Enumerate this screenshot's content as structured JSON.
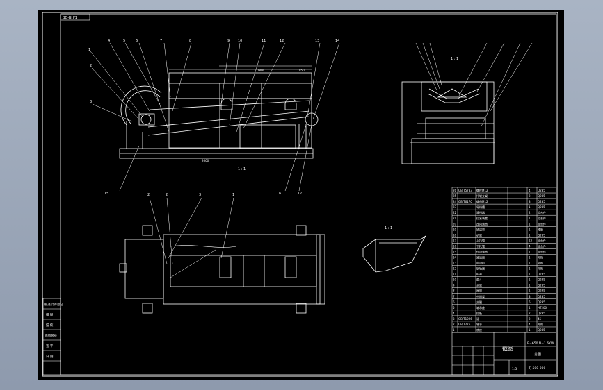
{
  "app": {
    "background_color": "#9aa6b8",
    "canvas_color": "#000000",
    "line_color": "#ffffff"
  },
  "drawing": {
    "top_left_tag": "BD-BH/1",
    "front_view_callouts": [
      "1",
      "2",
      "3",
      "4",
      "5",
      "6",
      "7",
      "8",
      "9",
      "10",
      "11",
      "12",
      "13",
      "14",
      "15",
      "16",
      "17"
    ],
    "front_view_label": "1 : 1",
    "plan_view_callouts": [
      "2",
      "2",
      "3",
      "1"
    ],
    "side_view_label": "1 : 1",
    "detail_label": "1 : 1",
    "front_dim_total": "2600",
    "front_dim_span": "1800",
    "front_dim_height": "850"
  },
  "title_block": {
    "title": "截图",
    "spec": "B=650 N=1.6KW",
    "drawing_no": "TJ-500-000",
    "sheet": "1:5",
    "material_label": "总图"
  },
  "left_strip": {
    "items": [
      "借(通)用件登记",
      "描 图",
      "描 校",
      "底图总号",
      "签 字",
      "日 期"
    ]
  },
  "parts_list": {
    "rows": [
      [
        "26",
        "GB/T5783",
        "螺栓M12",
        "4",
        "Q235"
      ],
      [
        "25",
        "",
        "托辊支架",
        "2",
        "Q235"
      ],
      [
        "24",
        "GB/T6170",
        "螺母M12",
        "8",
        "Q235"
      ],
      [
        "23",
        "",
        "导料槽",
        "1",
        "Q235"
      ],
      [
        "22",
        "",
        "清扫器",
        "2",
        "组合件"
      ],
      [
        "21",
        "",
        "拉紧装置",
        "1",
        "组合件"
      ],
      [
        "20",
        "",
        "改向滚筒",
        "1",
        "组合件"
      ],
      [
        "19",
        "",
        "输送带",
        "1",
        "橡胶"
      ],
      [
        "18",
        "",
        "机架",
        "1",
        "Q235"
      ],
      [
        "17",
        "",
        "上托辊",
        "12",
        "组合件"
      ],
      [
        "16",
        "",
        "下托辊",
        "4",
        "组合件"
      ],
      [
        "15",
        "",
        "传动滚筒",
        "1",
        "组合件"
      ],
      [
        "14",
        "",
        "减速器",
        "1",
        "外购"
      ],
      [
        "13",
        "",
        "电动机",
        "1",
        "外购"
      ],
      [
        "12",
        "",
        "联轴器",
        "1",
        "外购"
      ],
      [
        "11",
        "",
        "护罩",
        "1",
        "Q235"
      ],
      [
        "10",
        "",
        "漏斗",
        "1",
        "Q235"
      ],
      [
        "9",
        "",
        "头架",
        "1",
        "Q235"
      ],
      [
        "8",
        "",
        "尾架",
        "1",
        "Q235"
      ],
      [
        "7",
        "",
        "中间架",
        "3",
        "Q235"
      ],
      [
        "6",
        "",
        "支腿",
        "6",
        "Q235"
      ],
      [
        "5",
        "",
        "轴承座",
        "4",
        "HT200"
      ],
      [
        "4",
        "",
        "挡板",
        "2",
        "Q235"
      ],
      [
        "3",
        "GB/T1096",
        "键",
        "2",
        "45"
      ],
      [
        "2",
        "GB/T276",
        "轴承",
        "4",
        "外购"
      ],
      [
        "1",
        "",
        "底座",
        "1",
        "Q235"
      ]
    ]
  }
}
